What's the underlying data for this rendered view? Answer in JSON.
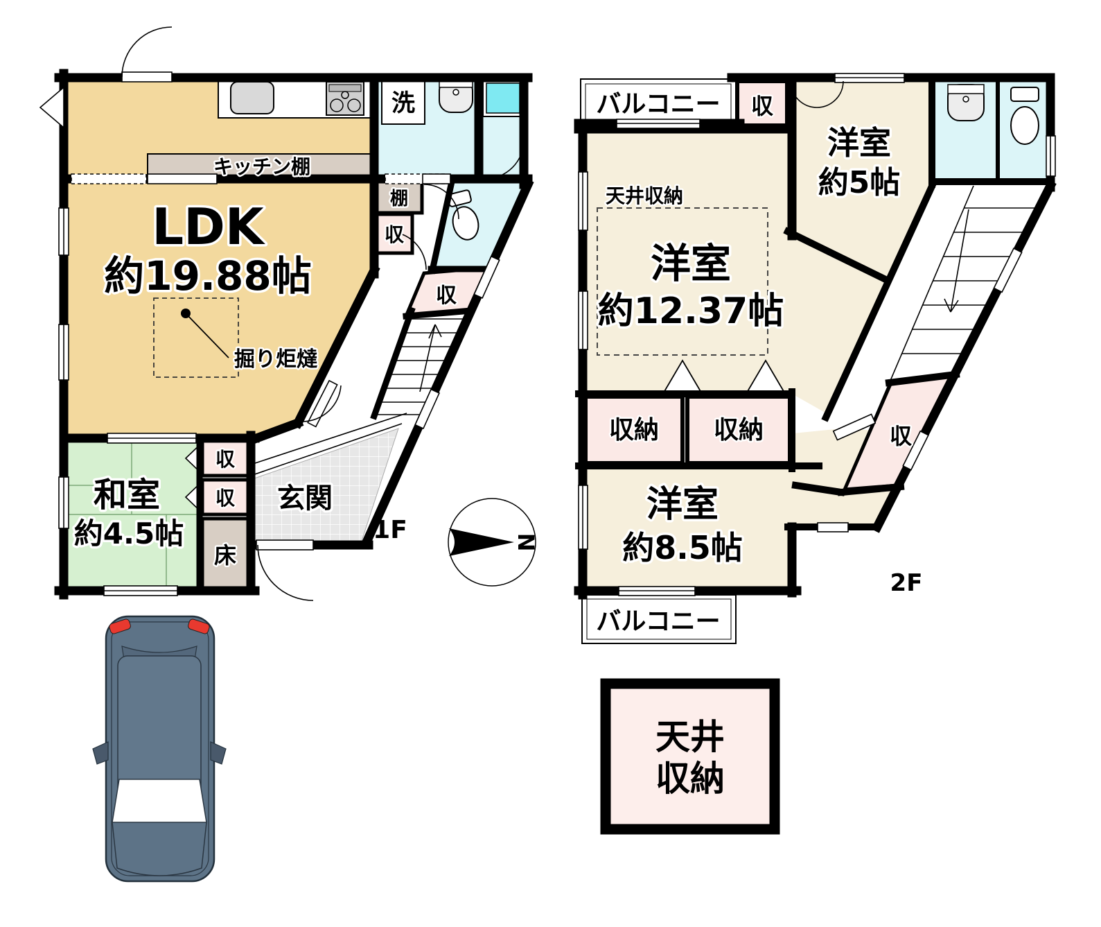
{
  "floor1": {
    "floor_label": "1F",
    "ldk_name": "LDK",
    "ldk_size": "約19.88帖",
    "kitchen_shelf": "キッチン棚",
    "laundry": "洗",
    "kotatsu": "掘り炬燵",
    "shelf": "棚",
    "hall_closet": "収",
    "stair_closet": "収",
    "washitsu_name": "和室",
    "washitsu_size": "約4.5帖",
    "closet_upper": "収",
    "closet_lower": "収",
    "tokonoma": "床",
    "entrance": "玄関"
  },
  "floor2": {
    "floor_label": "2F",
    "balcony_top": "バルコニー",
    "closet_top": "収",
    "room5_name": "洋室",
    "room5_size": "約5帖",
    "ceiling_storage_note": "天井収納",
    "room12_name": "洋室",
    "room12_size": "約12.37帖",
    "stair_closet": "収",
    "storage_left": "収納",
    "storage_right": "収納",
    "room85_name": "洋室",
    "room85_size": "約8.5帖",
    "balcony_bottom": "バルコニー"
  },
  "annex_box": {
    "line1": "天井",
    "line2": "収納"
  },
  "compass": {
    "north_label": "N"
  },
  "colors": {
    "room_tan": "#F3D99E",
    "room_cream": "#F6EFDC",
    "room_green": "#D6F0D0",
    "storage_pink": "#FBE9E6",
    "shelf_tan": "#D8CEC4",
    "wet_cyan": "#DCF5F8",
    "tub_cyan": "#7FE9F2",
    "tile_grey": "#E7E7E7",
    "wall_black": "#000000",
    "car_body": "#5D7387",
    "tail_red": "#E8392F"
  }
}
